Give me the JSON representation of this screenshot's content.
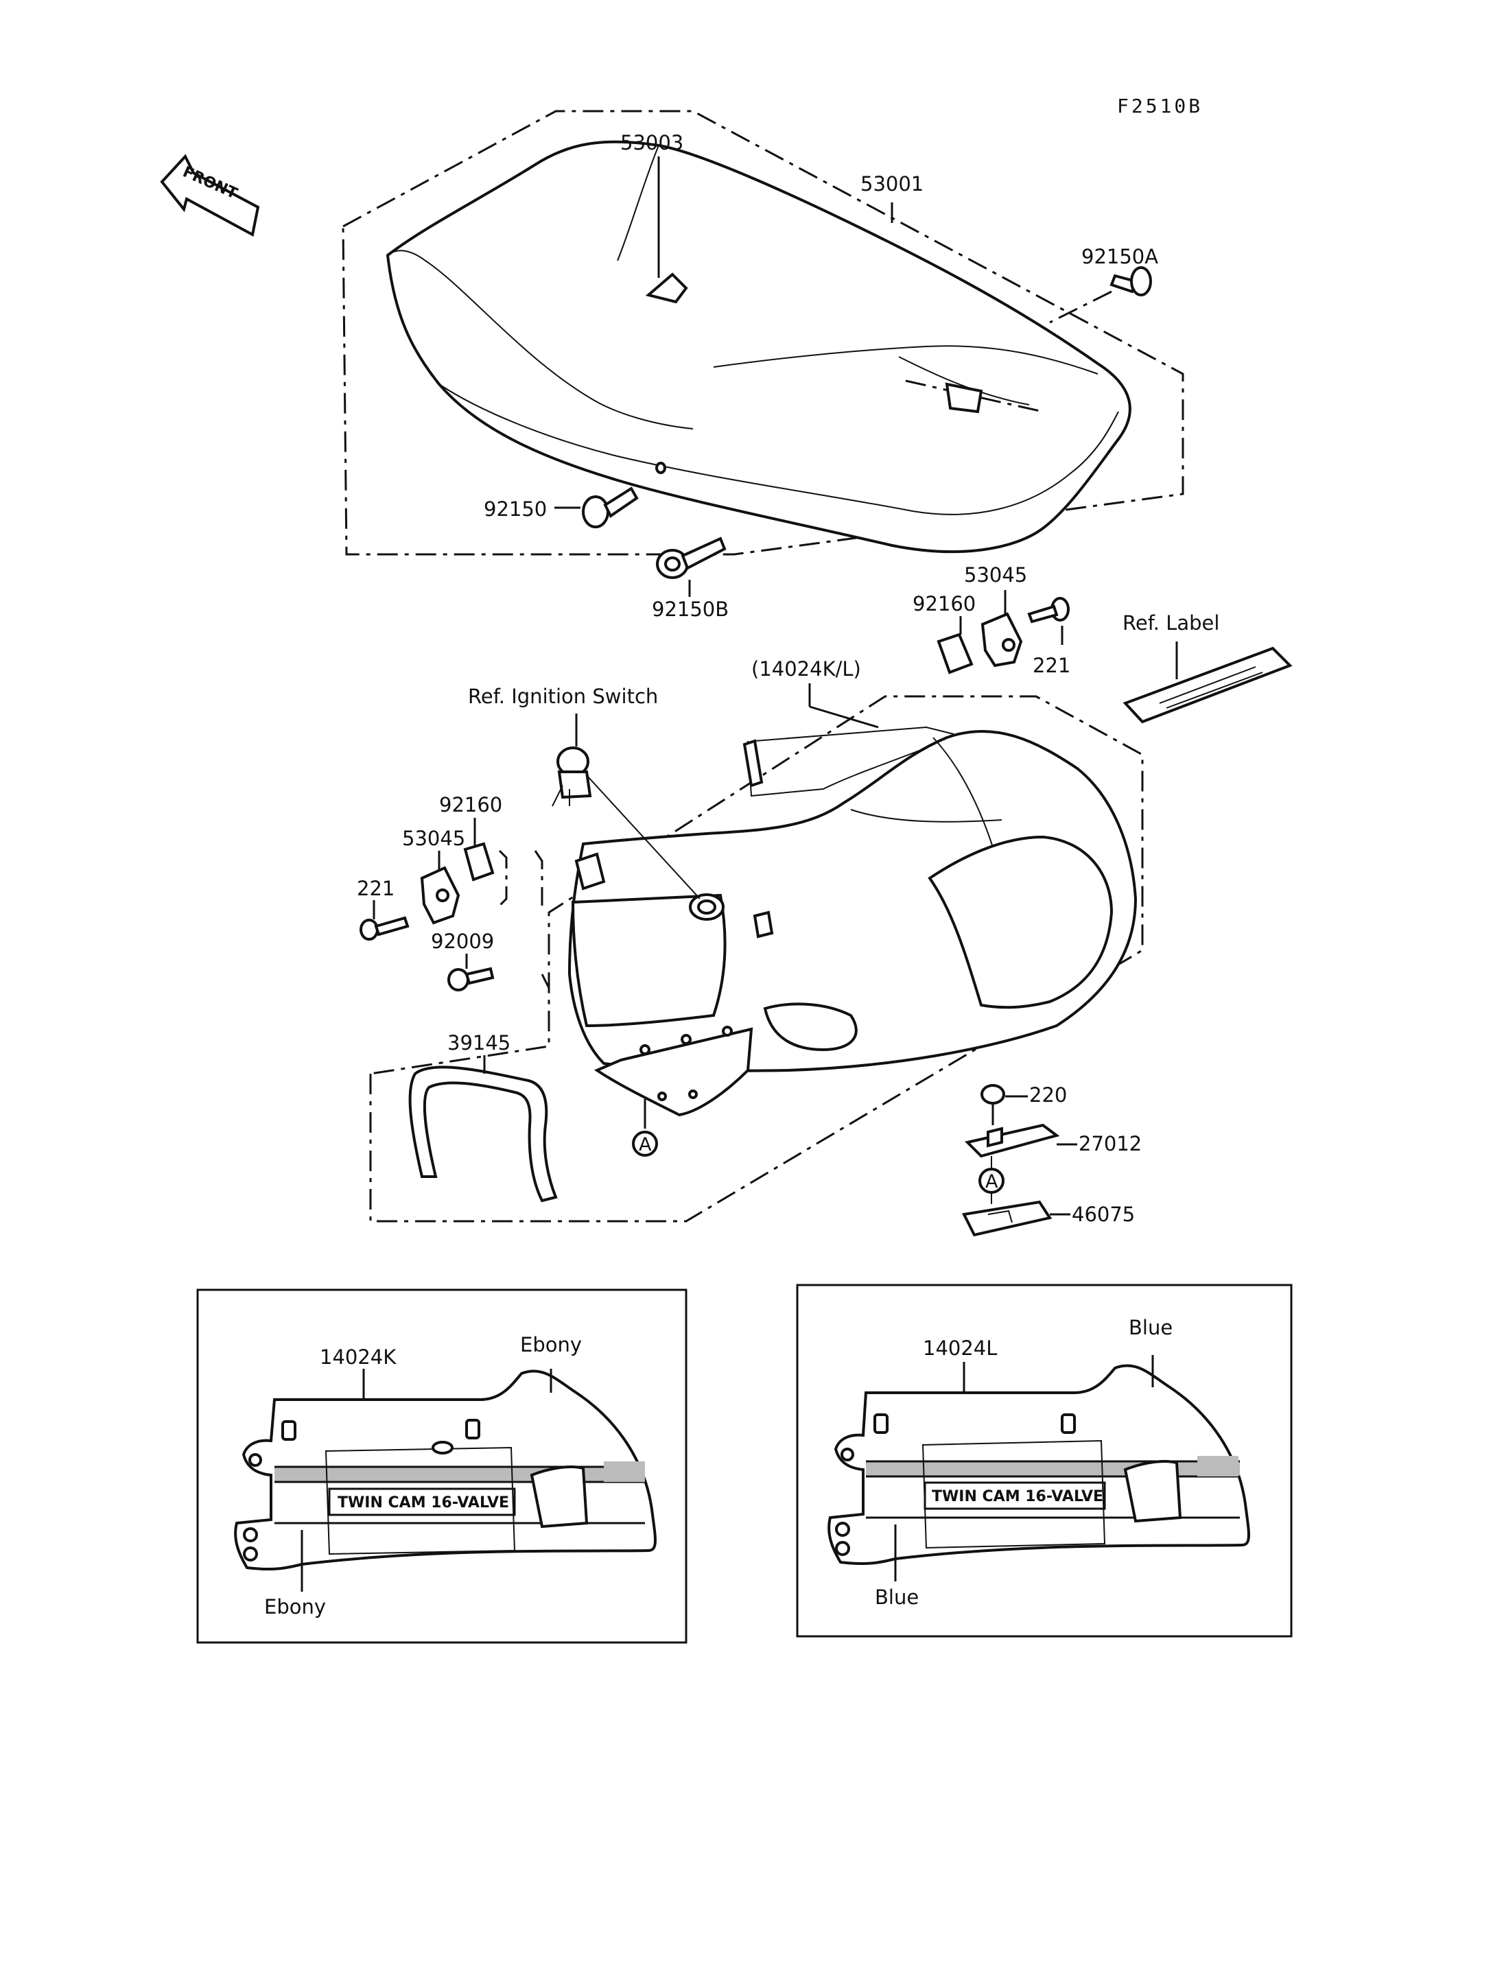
{
  "figure_code": "F2510B",
  "front_arrow_label": "FRONT",
  "parts": {
    "p53003": "53003",
    "p53001": "53001",
    "p92150A": "92150A",
    "p92150": "92150",
    "p92150B": "92150B",
    "p53045_right": "53045",
    "p92160_right": "92160",
    "p221_right": "221",
    "ref_label": "Ref. Label",
    "p14024KL": "(14024K/L)",
    "ref_ignition": "Ref. Ignition Switch",
    "p92160_left": "92160",
    "p53045_left": "53045",
    "p221_left": "221",
    "p92009": "92009",
    "p39145": "39145",
    "p220": "220",
    "p27012": "27012",
    "p46075": "46075",
    "ref_a_upper": "A",
    "ref_a_lower": "A"
  },
  "variants": [
    {
      "part": "14024K",
      "color_top": "Ebony",
      "color_bottom": "Ebony",
      "stripe_text": "TWIN CAM 16-VALVE"
    },
    {
      "part": "14024L",
      "color_top": "Blue",
      "color_bottom": "Blue",
      "stripe_text": "TWIN CAM 16-VALVE"
    }
  ]
}
